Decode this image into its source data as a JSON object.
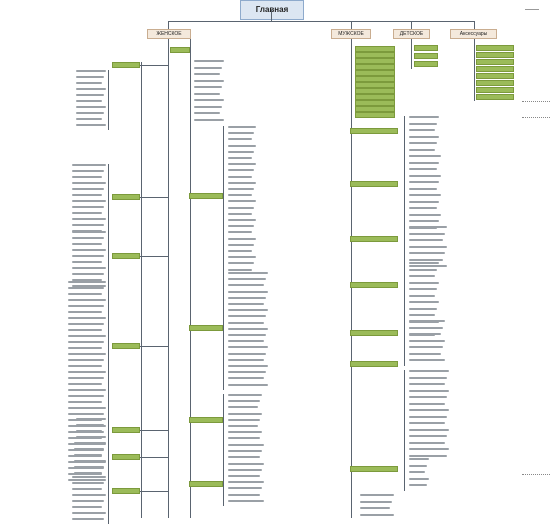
{
  "diagram": {
    "root": {
      "label": "Главная"
    },
    "sections": [
      {
        "label": "ЖЕНСКОЕ"
      },
      {
        "label": "МУЖСКОЕ"
      },
      {
        "label": "ДЕТСКОЕ"
      },
      {
        "label": "Аксессуары"
      }
    ]
  },
  "colors": {
    "root_fill": "#dce6f2",
    "section_fill": "#f4e9dc",
    "category_fill": "#9bbb59",
    "connector": "#5a6470"
  }
}
